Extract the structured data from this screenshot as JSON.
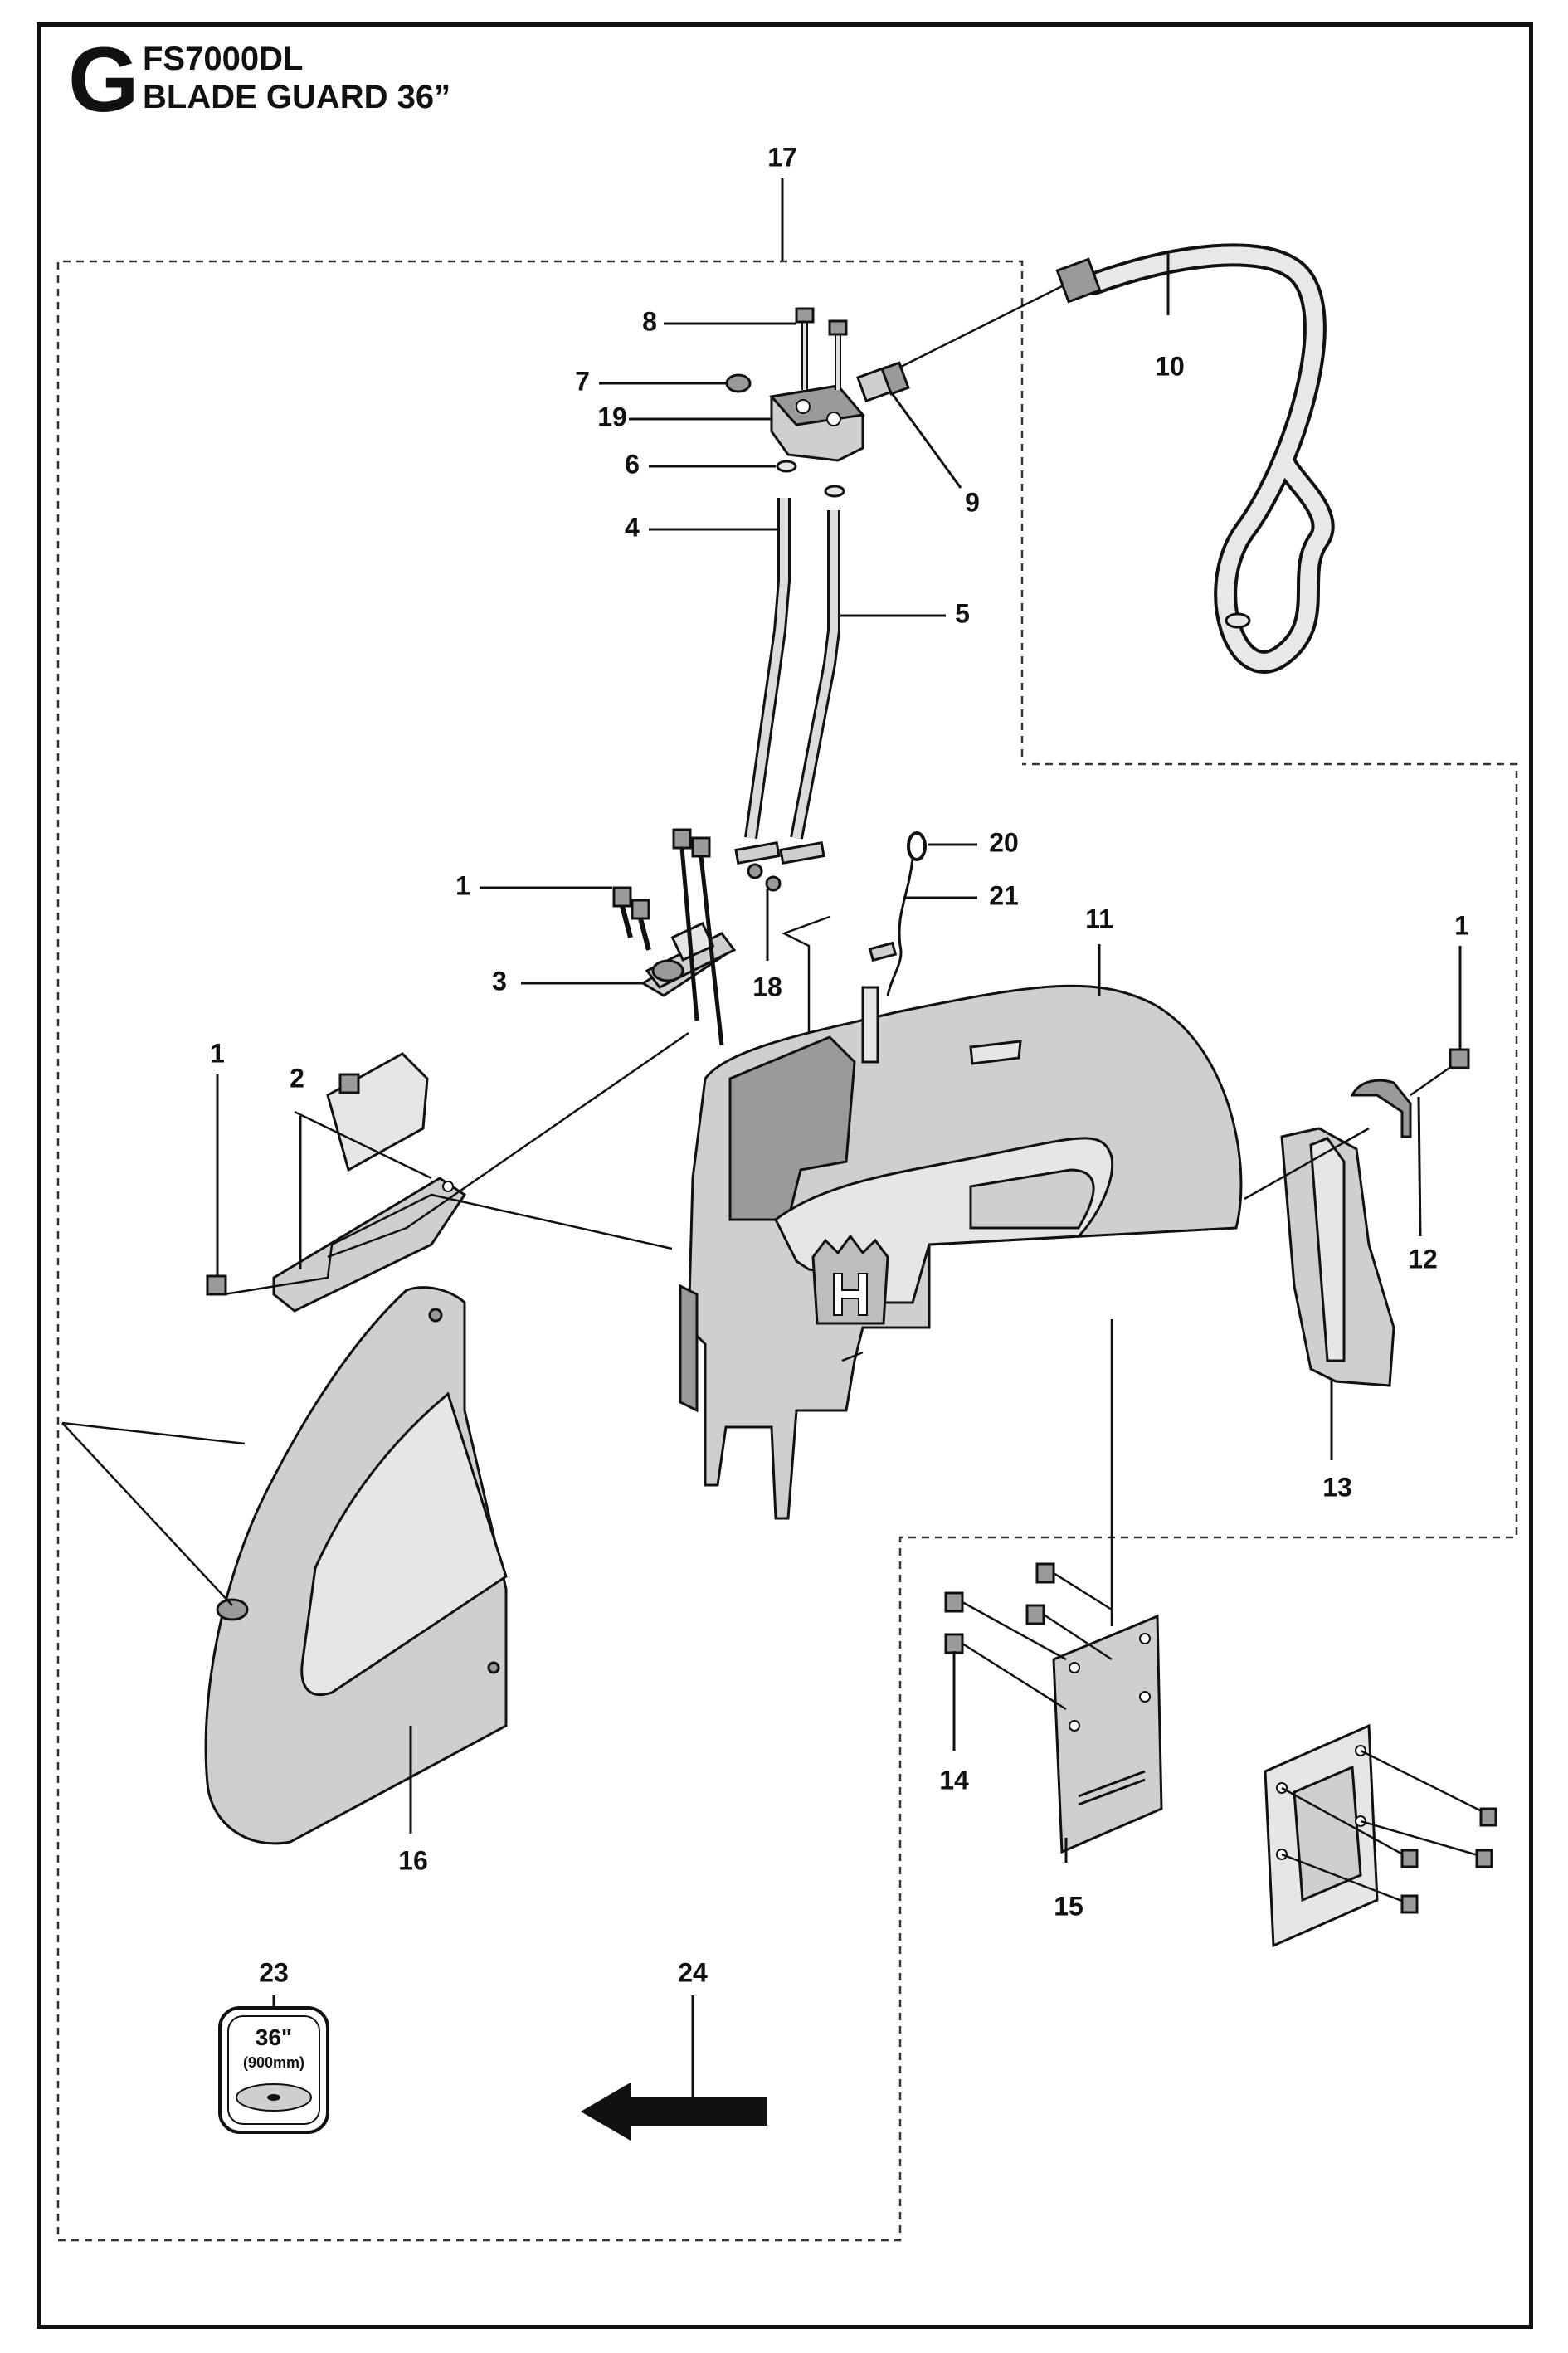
{
  "header": {
    "section_letter": "G",
    "model": "FS7000DL",
    "title": "BLADE GUARD 36”"
  },
  "callouts": {
    "c1a": "1",
    "c1b": "1",
    "c1c": "1",
    "c2": "2",
    "c3": "3",
    "c4": "4",
    "c5": "5",
    "c6": "6",
    "c7": "7",
    "c8": "8",
    "c9": "9",
    "c10": "10",
    "c11": "11",
    "c12": "12",
    "c13": "13",
    "c14": "14",
    "c15": "15",
    "c16": "16",
    "c17": "17",
    "c18": "18",
    "c19": "19",
    "c20": "20",
    "c21": "21",
    "c23": "23",
    "c24": "24"
  },
  "decal": {
    "size": "36\"",
    "metric": "(900mm)"
  },
  "icons": {
    "brand_logo": "husqvarna-crown-logo",
    "direction_arrow": "arrow-left-icon"
  },
  "colors": {
    "line": "#111111",
    "part_fill": "#cfcfcf",
    "part_dark": "#9a9a9a"
  }
}
